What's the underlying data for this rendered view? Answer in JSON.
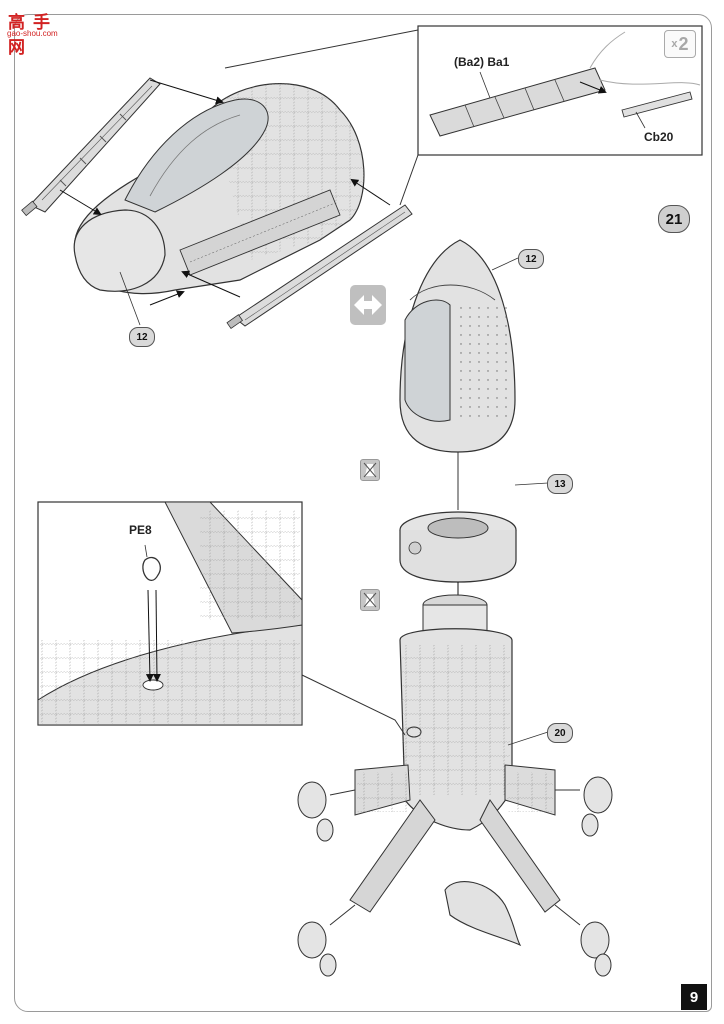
{
  "watermark": {
    "line1": "高手网",
    "line2": "gao-shou.com"
  },
  "callouts": {
    "glass_part": "(Ba2) Ba1",
    "rod_part": "Cb20",
    "ring_part": "PE8"
  },
  "quantity": {
    "prefix": "x",
    "count": "2"
  },
  "parts": {
    "nose_left": "12",
    "nose_right": "12",
    "ring": "13",
    "fuselage": "20"
  },
  "step_number": "21",
  "page_number": "9",
  "icons": {
    "symmetry": "mirror-arrows-icon",
    "no_glue": "no-glue-icon"
  },
  "colors": {
    "frame": "#9a9a9a",
    "part_fill": "#e2e2e2",
    "badge": "#d9d9d9",
    "ink": "#222222"
  }
}
